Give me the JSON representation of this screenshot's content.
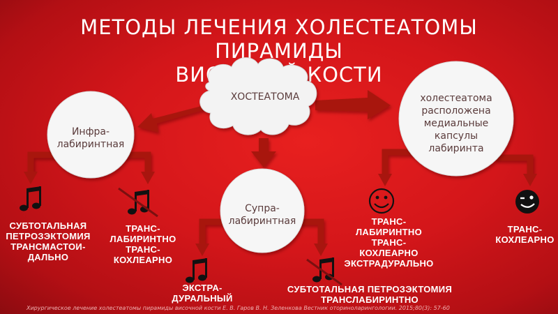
{
  "title": {
    "line1": "МЕТОДЫ ЛЕЧЕНИЯ ХОЛЕСТЕАТОМЫ ПИРАМИДЫ",
    "line2": "ВИСОЧНОЙ КОСТИ"
  },
  "nodes": {
    "center": "ХОСТЕАТОМА",
    "infra": [
      "Инфра-",
      "лабиринтная"
    ],
    "supra": [
      "Супра-",
      "лабиринтная"
    ],
    "medial": [
      "холестеатома",
      "расположена",
      "медиальные",
      "капсулы",
      "лабиринта"
    ]
  },
  "labels": {
    "subtotal_transmastoid": [
      "СУБТОТАЛЬНАЯ",
      "ПЕТРОЗЭКТОМИЯ",
      "ТРАНСМАСТОИ-",
      "ДАЛЬНО"
    ],
    "translab_transcochlear": [
      "ТРАНС-",
      "ЛАБИРИНТНО",
      "ТРАНС-",
      "КОХЛЕАРНО"
    ],
    "extradural": [
      "ЭКСТРА-",
      "ДУРАЛЬНЫЙ"
    ],
    "subtotal_translab": [
      "СУБТОТАЛЬНАЯ ПЕТРОЗЭКТОМИЯ",
      "ТРАНСЛАБИРИНТНО"
    ],
    "translab_extradural": [
      "ТРАНС-",
      "ЛАБИРИНТНО",
      "ТРАНС-",
      "КОХЛЕАРНО",
      "ЭКСТРАДУРАЛЬНО"
    ],
    "transcochlear": [
      "ТРАНС-",
      "КОХЛЕАРНО"
    ]
  },
  "icons": [
    "music-note-icon",
    "smiley-face-icon",
    "winking-face-icon"
  ],
  "colors": {
    "background": "#d4161a",
    "arrow": "#a8150f",
    "node_fill": "#ffffff",
    "text": "#ffffff"
  },
  "footer": "Хирургическое лечение холестеатомы пирамиды височной кости Е. В. Гаров В. Н. Зеленкова Вестник оториноларингологии. 2015;80(3): 57-60"
}
